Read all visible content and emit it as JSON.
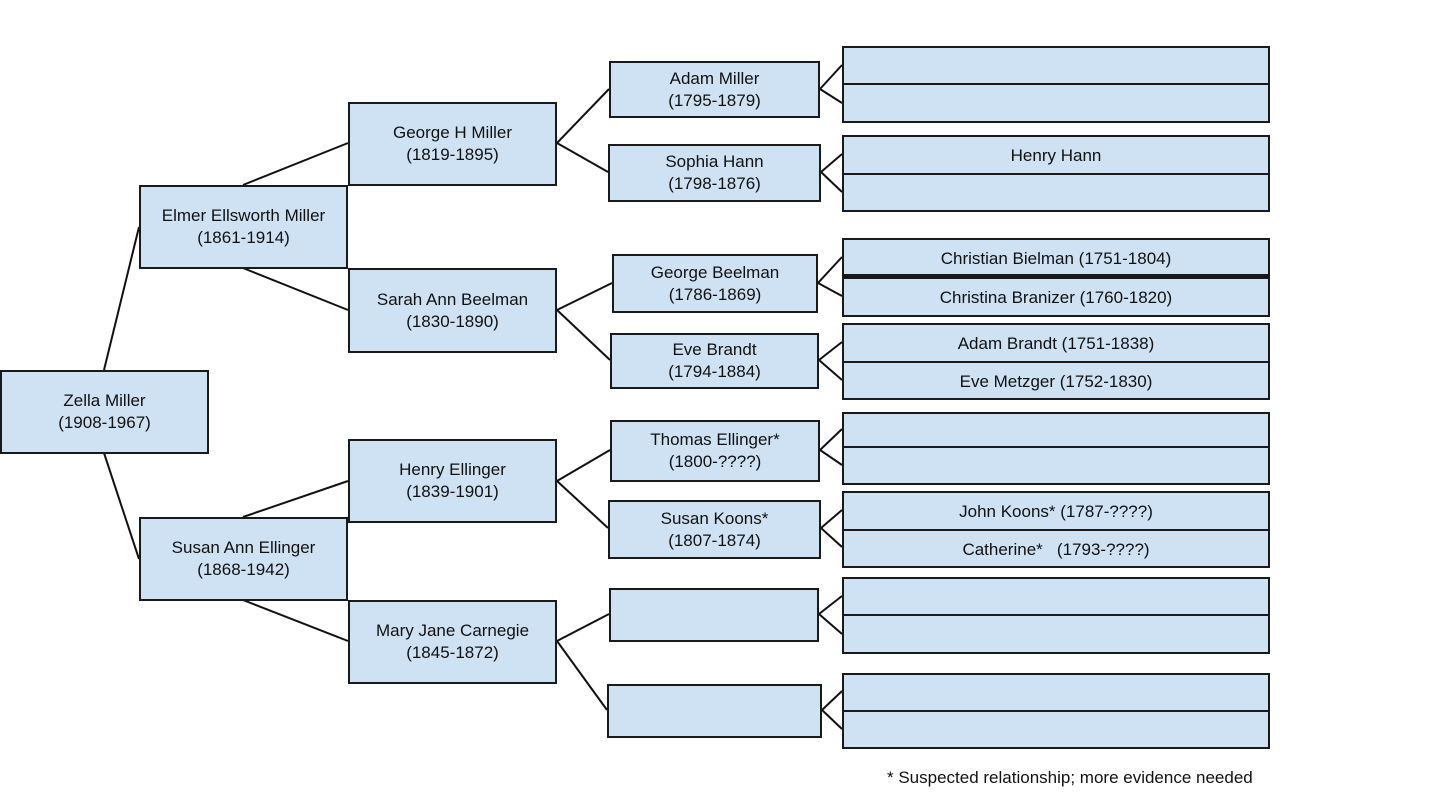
{
  "people": {
    "zella": {
      "name": "Zella Miller",
      "dates": "(1908-1967)"
    },
    "elmer": {
      "name": "Elmer Ellsworth Miller",
      "dates": "(1861-1914)"
    },
    "susan_ann": {
      "name": "Susan Ann Ellinger",
      "dates": "(1868-1942)"
    },
    "george_h": {
      "name": "George H Miller",
      "dates": "(1819-1895)"
    },
    "sarah_ann": {
      "name": "Sarah Ann Beelman",
      "dates": "(1830-1890)"
    },
    "henry_ellinger": {
      "name": "Henry Ellinger",
      "dates": "(1839-1901)"
    },
    "mary_jane": {
      "name": "Mary Jane Carnegie",
      "dates": "(1845-1872)"
    },
    "adam_miller": {
      "name": "Adam Miller",
      "dates": "(1795-1879)"
    },
    "sophia_hann": {
      "name": "Sophia Hann",
      "dates": "(1798-1876)"
    },
    "george_beelman": {
      "name": "George Beelman",
      "dates": "(1786-1869)"
    },
    "eve_brandt": {
      "name": "Eve Brandt",
      "dates": "(1794-1884)"
    },
    "thomas_ellinger": {
      "name": "Thomas Ellinger*",
      "dates": "(1800-????)"
    },
    "susan_koons": {
      "name": "Susan Koons*",
      "dates": "(1807-1874)"
    }
  },
  "ancestors": {
    "henry_hann": "Henry Hann",
    "christian_bielman": "Christian Bielman (1751-1804)",
    "christina_branizer": "Christina Branizer (1760-1820)",
    "adam_brandt": "Adam Brandt (1751-1838)",
    "eve_metzger": "Eve Metzger (1752-1830)",
    "john_koons": "John Koons* (1787-????)",
    "catherine": "Catherine*   (1793-????)"
  },
  "footnote": "* Suspected relationship; more evidence needed"
}
